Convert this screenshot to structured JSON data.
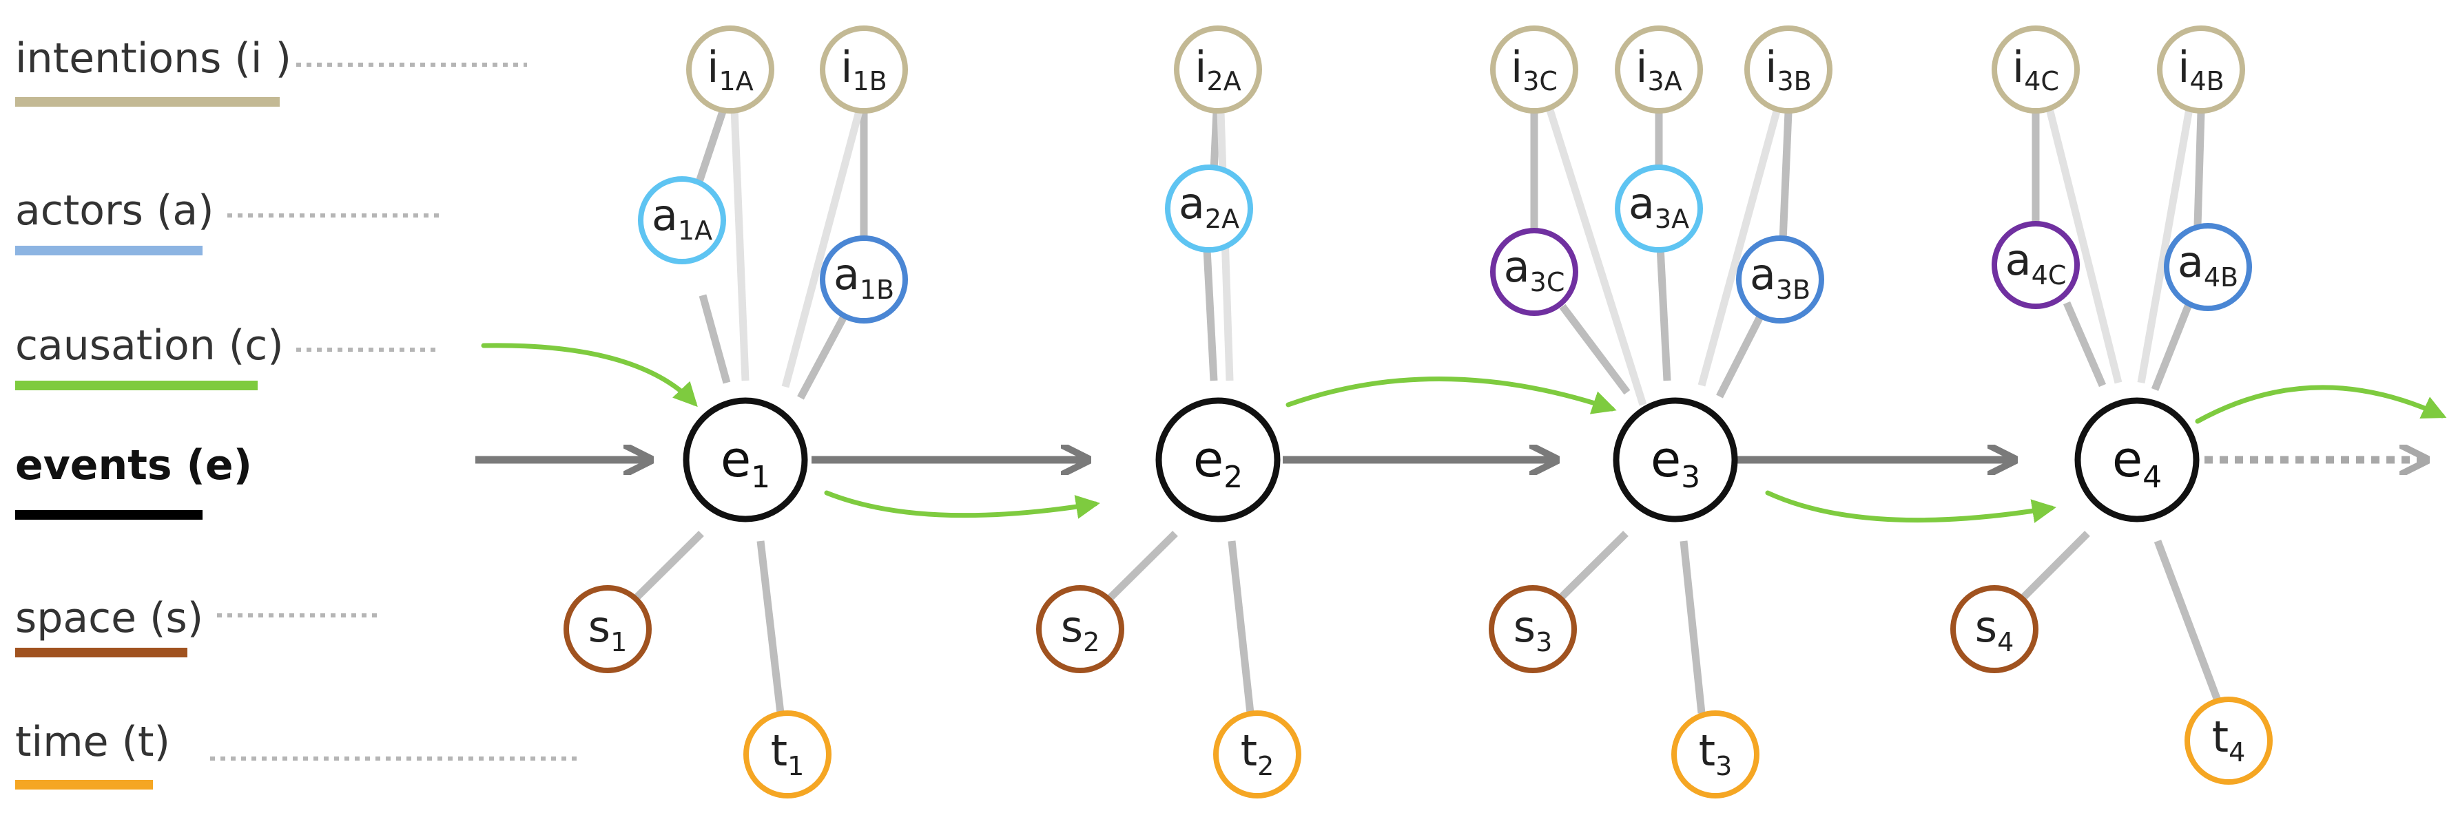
{
  "colors": {
    "intention": "#c3b994",
    "actor_light": "#5ec4f2",
    "actor_mid": "#4a86d4",
    "actor_purple": "#7030a0",
    "causation": "#7ecb3f",
    "event": "#111111",
    "space": "#a0521f",
    "time": "#f5a623",
    "legend_intention": "#c3b994",
    "legend_actors": "#8cb4e2",
    "legend_causation": "#7ecb3f",
    "legend_events": "#000000",
    "legend_space": "#a0521f",
    "legend_time": "#f5a623",
    "spoke_dark": "#bdbdbd",
    "spoke_light": "#e2e2e2",
    "timeline": "#7a7a7a",
    "dotted": "#b5b5b5"
  },
  "legend": {
    "intentions": "intentions (i )",
    "actors": "actors (a)",
    "causation": "causation (c)",
    "events": "events (e)",
    "space": "space (s)",
    "time": "time (t)"
  },
  "events": [
    {
      "base": "e",
      "sub": "1"
    },
    {
      "base": "e",
      "sub": "2"
    },
    {
      "base": "e",
      "sub": "3"
    },
    {
      "base": "e",
      "sub": "4"
    }
  ],
  "intentions": [
    {
      "base": "i",
      "sub": "1A"
    },
    {
      "base": "i",
      "sub": "1B"
    },
    {
      "base": "i",
      "sub": "2A"
    },
    {
      "base": "i",
      "sub": "3C"
    },
    {
      "base": "i",
      "sub": "3A"
    },
    {
      "base": "i",
      "sub": "3B"
    },
    {
      "base": "i",
      "sub": "4C"
    },
    {
      "base": "i",
      "sub": "4B"
    }
  ],
  "actors": [
    {
      "base": "a",
      "sub": "1A",
      "color": "light"
    },
    {
      "base": "a",
      "sub": "1B",
      "color": "mid"
    },
    {
      "base": "a",
      "sub": "2A",
      "color": "light"
    },
    {
      "base": "a",
      "sub": "3C",
      "color": "purple"
    },
    {
      "base": "a",
      "sub": "3A",
      "color": "light"
    },
    {
      "base": "a",
      "sub": "3B",
      "color": "mid"
    },
    {
      "base": "a",
      "sub": "4C",
      "color": "purple"
    },
    {
      "base": "a",
      "sub": "4B",
      "color": "mid"
    }
  ],
  "spaces": [
    {
      "base": "s",
      "sub": "1"
    },
    {
      "base": "s",
      "sub": "2"
    },
    {
      "base": "s",
      "sub": "3"
    },
    {
      "base": "s",
      "sub": "4"
    }
  ],
  "times": [
    {
      "base": "t",
      "sub": "1"
    },
    {
      "base": "t",
      "sub": "2"
    },
    {
      "base": "t",
      "sub": "3"
    },
    {
      "base": "t",
      "sub": "4"
    }
  ]
}
